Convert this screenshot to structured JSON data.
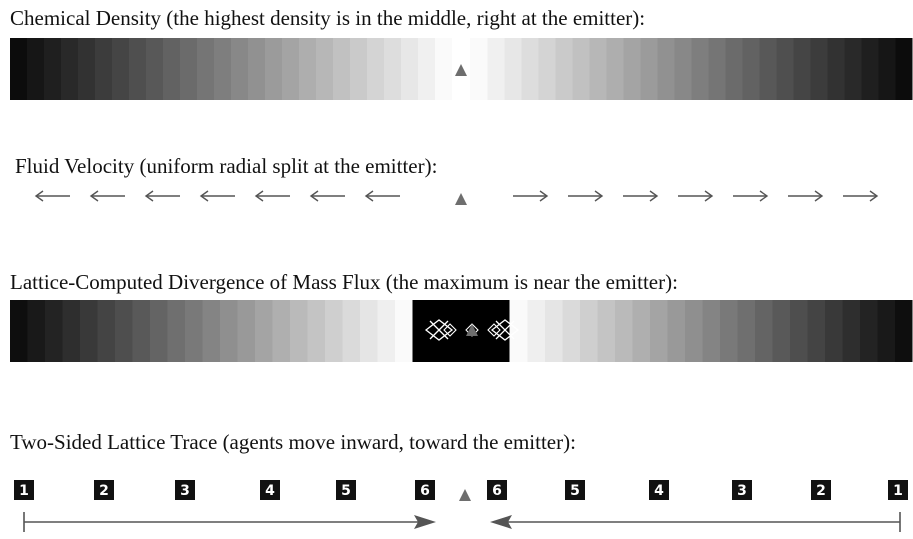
{
  "panels": {
    "density": {
      "caption": "Chemical Density (the highest density is in the middle, right at the emitter):",
      "emitter_icon": "triangle-emitter-icon"
    },
    "velocity": {
      "caption": "Fluid Velocity (uniform radial split at the emitter):",
      "left_arrow_count": 7,
      "right_arrow_count": 7,
      "emitter_icon": "triangle-emitter-icon"
    },
    "divergence": {
      "caption": "Lattice-Computed Divergence of Mass Flux (the maximum is near the emitter):",
      "emitter_icon": "triangle-emitter-icon"
    },
    "trace": {
      "caption": "Two-Sided Lattice Trace (agents move inward, toward the emitter):",
      "left_labels": [
        "1",
        "2",
        "3",
        "4",
        "5",
        "6"
      ],
      "right_labels": [
        "6",
        "5",
        "4",
        "3",
        "2",
        "1"
      ],
      "emitter_icon": "triangle-emitter-icon"
    }
  },
  "colors": {
    "emitter": "#6e6e6e",
    "arrow": "#555555",
    "label_box": "#111111",
    "label_text": "#ffffff"
  }
}
